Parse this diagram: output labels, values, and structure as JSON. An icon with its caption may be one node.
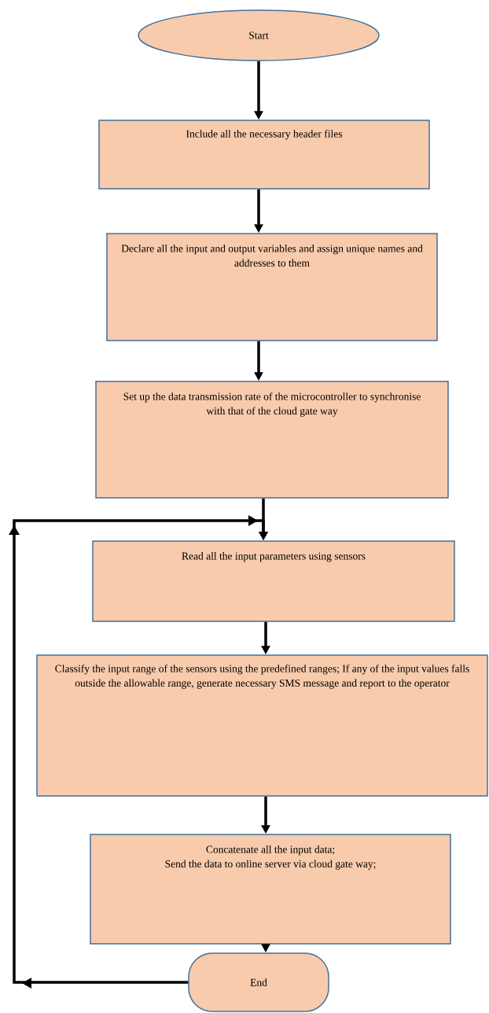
{
  "diagram": {
    "nodes": [
      {
        "text": [
          "Start"
        ]
      },
      {
        "text": [
          "Include all the necessary header files"
        ]
      },
      {
        "text": [
          "Declare all the input and output variables and assign unique names and addresses to them"
        ]
      },
      {
        "text": [
          "Set up the data transmission rate of the microcontroller to synchronise with that of the cloud gate way"
        ]
      },
      {
        "text": [
          "Read all the input parameters using sensors"
        ]
      },
      {
        "text": [
          "Classify the input range of the sensors using the predefined ranges; If any of the input values falls outside the allowable range, generate necessary SMS message and report to the operator"
        ]
      },
      {
        "text": [
          "Concatenate all the input data;",
          "Send the data to online server via cloud gate way;"
        ]
      },
      {
        "text": [
          "End"
        ]
      }
    ],
    "edges": [
      {
        "from": 0,
        "to": 1,
        "arrow": "to"
      },
      {
        "from": 1,
        "to": 2,
        "arrow": "to"
      },
      {
        "from": 2,
        "to": 3,
        "arrow": "to"
      },
      {
        "from": 3,
        "to": 4,
        "arrow": "to"
      },
      {
        "from": 4,
        "to": 5,
        "arrow": "to"
      },
      {
        "from": 5,
        "to": 6,
        "arrow": "to"
      },
      {
        "from": 6,
        "to": 7,
        "arrow": "to"
      },
      {
        "from": 7,
        "to": 4,
        "arrow": "to"
      }
    ]
  }
}
